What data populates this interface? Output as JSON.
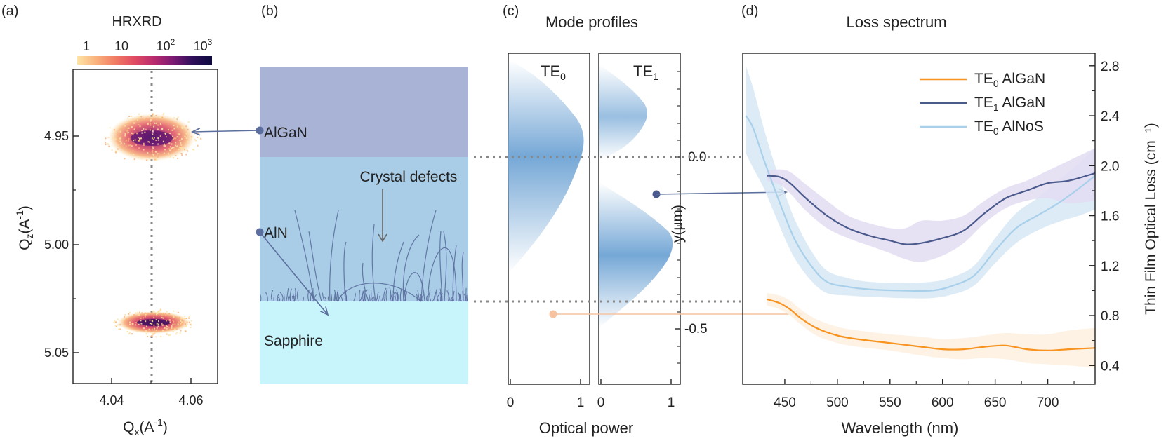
{
  "colors": {
    "algan_layer": "#a8b3d6",
    "aln_layer": "#a9cde6",
    "sapphire_layer": "#c8f4fb",
    "arrow_dark": "#5b6e9e",
    "arrow_light": "#f6c3a0",
    "te0_algan": "#f7931e",
    "te1_algan": "#4a5a8c",
    "te0_alnos": "#a9d0ea",
    "te1_algan_band": "#e3dcf2",
    "te0_alnos_band": "#d6e8f5",
    "te0_algan_band": "#fdf0df",
    "mode_fill": "#6ea3d4"
  },
  "panel_a": {
    "label": "(a)",
    "colorbar_title": "HRXRD",
    "colorbar_ticks": [
      {
        "base": "1",
        "exp": ""
      },
      {
        "base": "10",
        "exp": ""
      },
      {
        "base": "10",
        "exp": "2"
      },
      {
        "base": "10",
        "exp": "3"
      }
    ],
    "colorbar_colors": [
      "#fde4a5",
      "#f9b17c",
      "#f07a63",
      "#e04a63",
      "#b82a6e",
      "#7a1a73",
      "#2e0f5a",
      "#0d0a3f"
    ],
    "ylabel": {
      "main": "Q",
      "sub": "z",
      "unit": "(A",
      "sup": "-1",
      "close": ")"
    },
    "xlabel": {
      "main": "Q",
      "sub": "x",
      "unit": "(A",
      "sup": "-1",
      "close": ")"
    },
    "yticks": [
      "4.95",
      "5.00",
      "5.05"
    ],
    "xticks": [
      "4.04",
      "4.06"
    ]
  },
  "panel_b": {
    "label": "(b)",
    "layers": [
      "AlGaN",
      "AlN",
      "Sapphire"
    ],
    "defects_label": "Crystal defects"
  },
  "panel_c": {
    "label": "(c)",
    "title": "Mode profiles",
    "modes": [
      {
        "base": "TE",
        "sub": "0"
      },
      {
        "base": "TE",
        "sub": "1"
      }
    ],
    "xticks": [
      "0",
      "1"
    ],
    "xlabel": "Optical power",
    "ylabel": "y(μm)",
    "yticks": [
      "0.0",
      "-0.5"
    ]
  },
  "panel_d": {
    "label": "(d)",
    "title": "Loss spectrum"
  },
  "chart_data": {
    "type": "line",
    "title": "Loss spectrum",
    "xlabel": "Wavelength (nm)",
    "ylabel": "Thin Film Optical Loss (cm⁻¹)",
    "xlim": [
      410,
      745
    ],
    "ylim": [
      0.25,
      2.9
    ],
    "xticks": [
      "450",
      "500",
      "550",
      "600",
      "650",
      "700"
    ],
    "yticks": [
      "0.4",
      "0.8",
      "1.2",
      "1.6",
      "2.0",
      "2.4",
      "2.8"
    ],
    "legend_position": "top-right",
    "series": [
      {
        "name": "TE0 AlGaN",
        "legend": {
          "base": "TE",
          "sub": "0",
          "rest": " AlGaN"
        },
        "x": [
          433,
          445,
          455,
          465,
          480,
          500,
          520,
          550,
          580,
          600,
          620,
          640,
          660,
          680,
          700,
          720,
          745
        ],
        "y": [
          0.93,
          0.9,
          0.85,
          0.78,
          0.7,
          0.64,
          0.61,
          0.58,
          0.55,
          0.53,
          0.53,
          0.55,
          0.56,
          0.53,
          0.52,
          0.53,
          0.54
        ],
        "band_low": [
          0.88,
          0.85,
          0.8,
          0.73,
          0.64,
          0.58,
          0.55,
          0.52,
          0.48,
          0.46,
          0.45,
          0.46,
          0.45,
          0.42,
          0.41,
          0.4,
          0.38
        ],
        "band_high": [
          0.98,
          0.96,
          0.92,
          0.85,
          0.77,
          0.71,
          0.68,
          0.65,
          0.63,
          0.61,
          0.62,
          0.64,
          0.66,
          0.65,
          0.65,
          0.68,
          0.7
        ]
      },
      {
        "name": "TE1 AlGaN",
        "legend": {
          "base": "TE",
          "sub": "1",
          "rest": " AlGaN"
        },
        "x": [
          433,
          445,
          455,
          470,
          490,
          510,
          530,
          550,
          565,
          580,
          600,
          620,
          640,
          660,
          680,
          700,
          720,
          745
        ],
        "y": [
          1.92,
          1.91,
          1.86,
          1.74,
          1.6,
          1.5,
          1.44,
          1.4,
          1.37,
          1.38,
          1.42,
          1.48,
          1.62,
          1.74,
          1.8,
          1.86,
          1.88,
          1.94
        ],
        "band_low": [
          1.88,
          1.85,
          1.78,
          1.64,
          1.5,
          1.42,
          1.36,
          1.3,
          1.25,
          1.23,
          1.28,
          1.38,
          1.54,
          1.66,
          1.72,
          1.74,
          1.7,
          1.72
        ],
        "band_high": [
          1.96,
          1.97,
          1.95,
          1.85,
          1.72,
          1.6,
          1.54,
          1.5,
          1.5,
          1.56,
          1.56,
          1.6,
          1.72,
          1.82,
          1.88,
          1.96,
          2.04,
          2.14
        ]
      },
      {
        "name": "TE0 AlNoS",
        "legend": {
          "base": "TE",
          "sub": "0",
          "rest": " AlNoS"
        },
        "x": [
          413,
          420,
          430,
          440,
          450,
          460,
          475,
          490,
          510,
          530,
          560,
          590,
          610,
          630,
          650,
          670,
          690,
          710,
          730,
          745
        ],
        "y": [
          2.4,
          2.3,
          2.05,
          1.82,
          1.6,
          1.4,
          1.2,
          1.07,
          1.03,
          1.01,
          1.0,
          1.0,
          1.04,
          1.12,
          1.32,
          1.5,
          1.6,
          1.7,
          1.82,
          1.92
        ],
        "band_low": [
          2.1,
          1.98,
          1.82,
          1.62,
          1.42,
          1.25,
          1.08,
          0.98,
          0.96,
          0.95,
          0.94,
          0.94,
          0.97,
          1.04,
          1.22,
          1.38,
          1.48,
          1.55,
          1.6,
          1.65
        ],
        "band_high": [
          2.8,
          2.62,
          2.3,
          2.02,
          1.78,
          1.56,
          1.32,
          1.16,
          1.1,
          1.07,
          1.06,
          1.07,
          1.11,
          1.2,
          1.42,
          1.62,
          1.74,
          1.88,
          2.02,
          2.14
        ]
      }
    ]
  }
}
